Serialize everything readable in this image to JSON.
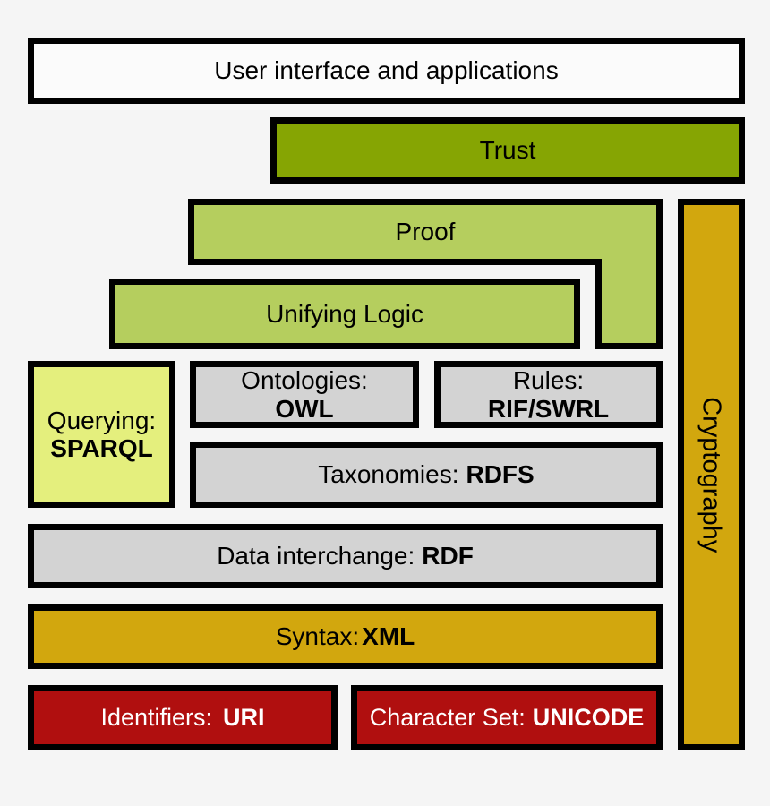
{
  "layers": {
    "ui": {
      "label": "User interface and applications"
    },
    "trust": {
      "label": "Trust"
    },
    "proof": {
      "label": "Proof"
    },
    "unifying_logic": {
      "label": "Unifying Logic"
    },
    "querying": {
      "category": "Querying:",
      "technology": "SPARQL"
    },
    "ontologies": {
      "category": "Ontologies:",
      "technology": "OWL"
    },
    "rules": {
      "category": "Rules:",
      "technology": "RIF/SWRL"
    },
    "taxonomies": {
      "category": "Taxonomies:",
      "technology": "RDFS"
    },
    "data_interchange": {
      "category": "Data interchange:",
      "technology": "RDF"
    },
    "syntax": {
      "category": "Syntax:",
      "technology": "XML"
    },
    "identifiers": {
      "category": "Identifiers:",
      "technology": "URI"
    },
    "character_set": {
      "category": "Character Set:",
      "technology": "UNICODE"
    },
    "cryptography": {
      "label": "Cryptography"
    }
  },
  "colors": {
    "background": "#f5f5f5",
    "ui_white": "#fbfbfb",
    "trust_green": "#86a503",
    "logic_green": "#b5ce5e",
    "sparql_lime": "#e4ef7d",
    "tech_gray": "#d3d3d3",
    "gold": "#d2a70e",
    "red": "#b00f0f",
    "border": "#000000",
    "red_box_text": "#ffffff"
  }
}
